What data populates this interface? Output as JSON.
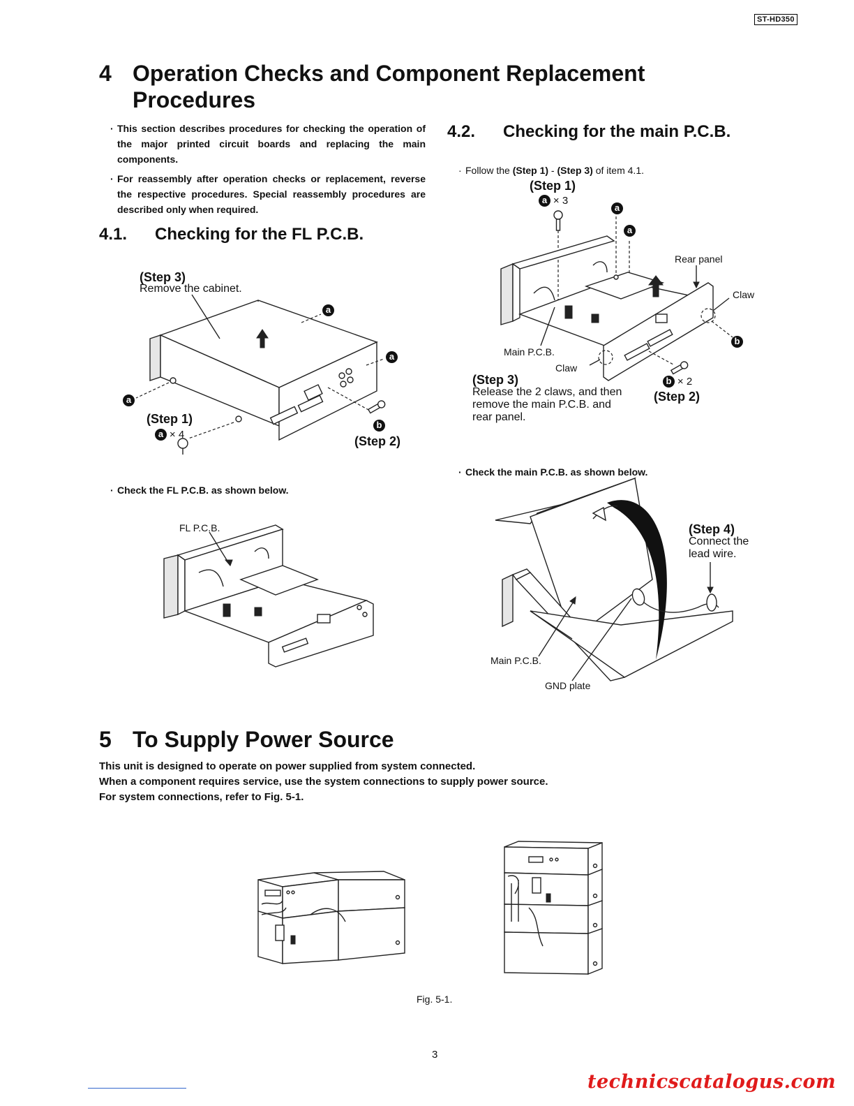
{
  "header": {
    "model": "ST-HD350"
  },
  "section4": {
    "number": "4",
    "title_line1": "Operation Checks and Component Replacement",
    "title_line2": "Procedures",
    "bullets": [
      "This section describes procedures for checking the operation of the major printed circuit boards and replacing the main components.",
      "For reassembly after operation checks or replacement, reverse the respective procedures. Special reassembly procedures are described only when required."
    ]
  },
  "sec41": {
    "number": "4.1.",
    "title": "Checking for the FL P.C.B.",
    "fig1": {
      "step3": "(Step 3)",
      "step3_text": "Remove the cabinet.",
      "step1": "(Step 1)",
      "step1_mult": "× 4",
      "step2": "(Step 2)",
      "marker_a": "a",
      "marker_b": "b"
    },
    "check_note": "Check the FL P.C.B. as shown below.",
    "fig2": {
      "label": "FL P.C.B."
    }
  },
  "sec42": {
    "number": "4.2.",
    "title": "Checking for the main P.C.B.",
    "follow_prefix": "Follow the ",
    "follow_step1": "(Step 1)",
    "follow_dash": " - ",
    "follow_step3": "(Step 3)",
    "follow_suffix": " of item 4.1.",
    "fig3": {
      "step1": "(Step 1)",
      "step1_mult": "× 3",
      "rear_panel": "Rear panel",
      "claw_right": "Claw",
      "main_pcb": "Main P.C.B.",
      "claw_left": "Claw",
      "step3": "(Step 3)",
      "step3_text_line1": "Release the 2 claws, and then",
      "step3_text_line2": "remove the main P.C.B. and",
      "step3_text_line3": "rear panel.",
      "step2": "(Step 2)",
      "step2_mult": "× 2",
      "marker_a": "a",
      "marker_b": "b"
    },
    "check_note": "Check the main P.C.B. as shown below.",
    "fig4": {
      "step4": "(Step 4)",
      "step4_line1": "Connect the",
      "step4_line2": "lead wire.",
      "main_pcb": "Main P.C.B.",
      "gnd_plate": "GND plate"
    }
  },
  "section5": {
    "number": "5",
    "title": "To Supply Power Source",
    "lines": [
      "This unit is designed to operate on power supplied from system connected.",
      "When a component requires service, use the system connections to supply power source.",
      "For system connections, refer to Fig. 5-1."
    ],
    "fig_caption": "Fig. 5-1."
  },
  "footer": {
    "page_number": "3",
    "watermark": "technicscatalogus.com"
  }
}
